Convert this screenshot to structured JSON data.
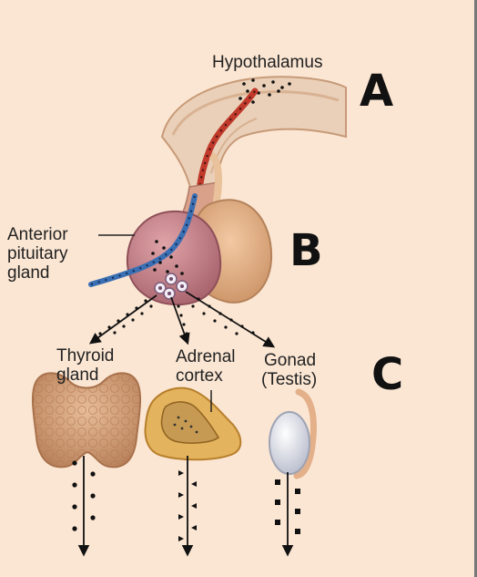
{
  "labels": {
    "hypothalamus": "Hypothalamus",
    "anterior_pituitary": [
      "Anterior",
      "pituitary",
      "gland"
    ],
    "thyroid": [
      "Thyroid",
      "gland"
    ],
    "adrenal": [
      "Adrenal",
      "cortex"
    ],
    "gonad": [
      "Gonad",
      "(Testis)"
    ]
  },
  "markers": {
    "a": "A",
    "b": "B",
    "c": "C"
  },
  "colors": {
    "background": "#fbe6d3",
    "anterior_lobe": "#c9878f",
    "posterior_lobe": "#e3b089",
    "blood_vessel": "#3a6fb3",
    "thyroid": "#d8a47e",
    "adrenal": "#e3b35d",
    "testis": "#eef0f6"
  }
}
